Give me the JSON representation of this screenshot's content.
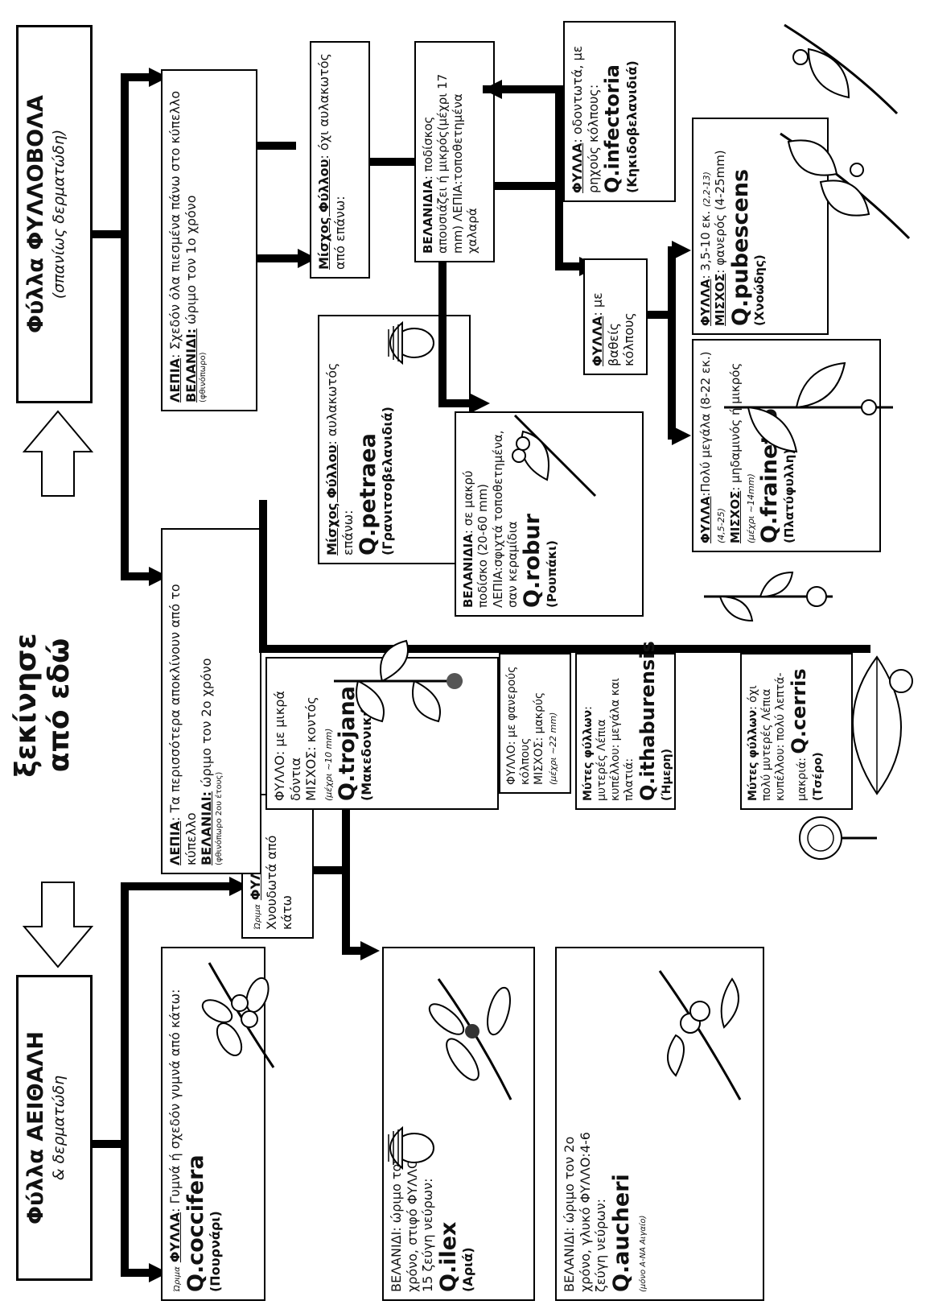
{
  "start": {
    "line1": "ξεκίνησε",
    "line2": "από εδώ"
  },
  "evergreen": {
    "title": "Φύλλα ΑΕΙΘΑΛΗ",
    "subtitle": "& δερματώδη"
  },
  "deciduous": {
    "title": "Φύλλα ΦΥΛΛΟΒΟΛΑ",
    "subtitle": "(σπανίως δερματώδη)"
  },
  "nodes": {
    "scales_flat": {
      "label_scales": "ΛΕΠΙΑ",
      "text": ": Σχεδόν όλα πιεσμένα πάνω στο κύπελλο",
      "label_acorn": "ΒΕΛΑΝΙΔΙ:",
      "text2": " ώριμο τον 1ο χρόνο",
      "note": "(φθινόπωρο)"
    },
    "scales_spread": {
      "label_scales": "ΛΕΠΙΑ",
      "text": ": Τα περισσότερα αποκλίνουν από το κύπελλο",
      "label_acorn": "ΒΕΛΑΝΙΔΙ:",
      "text2": " ώριμο τον 2ο χρόνο",
      "note": "(φθινόπωρο 2ου έτους)"
    },
    "petiole_no": {
      "label": "Μίσχος Φύλλου",
      "text": ": όχι αυλακωτός από επάνω:"
    },
    "petraea": {
      "label": "Μίσχος Φύλλου",
      "text": ": αυλακωτός επάνω:",
      "species": "Q.petraea",
      "common": "(Γρανιτσοβελανιδιά)"
    },
    "short_peduncle": {
      "label": "ΒΕΛΑΝΙΔΙΑ",
      "text": ": ποδίσκος απουσιάζει ή μικρός(μέχρι 17 mm) ΛΕΠΙΑ:τοποθετημένα χαλαρά"
    },
    "robur": {
      "label": "ΒΕΛΑΝΙΔΙΑ",
      "text": ": σε μακρύ ποδίσκο (20-60 mm) ΛΕΠΙΑ:σφιχτά τοποθετημένα, σαν κεραμίδια",
      "species": "Q.robur",
      "common": "(Ρουπάκι)"
    },
    "infectoria": {
      "label": "ΦΥΛΛΑ",
      "text": ": οδοντωτά, με ρηχούς κόλπους:",
      "species": "Q.infectoria",
      "common": "(Κηκιδοβελανιδιά)"
    },
    "deep_lobes": {
      "label": "ΦΥΛΛΑ",
      "text": ": με βαθείς κόλπους"
    },
    "pubescens": {
      "label1": "ΦΥΛΛΑ",
      "text1": ": 3,5-10 εκ. ",
      "size1": "(2,2-13)",
      "label2": "ΜΙΣΧΟΣ",
      "text2": ": φανερός (4-25mm)",
      "species": "Q.pubescens",
      "common": "(Χνοώδης)"
    },
    "frainetto": {
      "label1": "ΦΥΛΛΑ",
      "text1": ":Πολύ μεγάλα (8-22 εκ.) ",
      "size1": "(4,5-25)",
      "label2": "ΜΙΣΧΟΣ",
      "text2": ": μηδαμινός ή μικρός ",
      "size2": "(μέχρι ~14mm)",
      "species": "Q.frainetto",
      "common": "(Πλατύφυλλη)"
    },
    "trojana": {
      "text1": "ΦΥΛΛΟ: με μικρά δόντια",
      "text2": "ΜΙΣΧΟΣ: κοντός",
      "size": "(μέχρι ~10 mm)",
      "species": "Q.trojana",
      "common": "(Μακεδονική)"
    },
    "macedonica_lobes": {
      "text1": "ΦΥΛΛΟ: με φανερούς κόλπους",
      "text2": "ΜΙΣΧΟΣ: μακρύς",
      "size": "(μέχρι ~22 mm)"
    },
    "ithaburensis": {
      "label": "Μύτες φύλλων",
      "text": ": μυτερές Λέπια κυπέλλου: μεγάλα και πλατιά:",
      "species": "Q.ithaburensis",
      "common": "(Ήμερη)"
    },
    "cerris": {
      "label": "Μύτες φύλλων",
      "text": ": όχι πολύ μυτερές Λέπια κυπέλλου: πολύ λεπτά-μακριά:",
      "species": "Q.cerris",
      "common": "(Τσέρο)"
    },
    "coccifera": {
      "side": "Ώριμα",
      "label": "ΦΥΛΛΑ",
      "text": ": Γυμνά ή σχεδόν γυμνά από κάτω:",
      "species": "Q.coccifera",
      "common": "(Πουρνάρι)"
    },
    "hairy_below": {
      "side": "Ώριμα",
      "label": "ΦΥΛΛΑ",
      "text": ": Χνουδωτά από κάτω"
    },
    "ilex": {
      "text": "ΒΕΛΑΝΙΔΙ: ώριμο τον 1ο χρόνο, στιφό ΦΥΛΛΟ:7-15 ζεύγη νεύρων:",
      "species": "Q.ilex",
      "common": "(Αριά)"
    },
    "aucheri": {
      "text": "ΒΕΛΑΝΙΔΙ: ώριμο τον 2ο χρόνο, γλυκό ΦΥΛΛΟ:4-6 ζεύγη νεύρων:",
      "species": "Q.aucheri",
      "note": "(μόνο Α-ΝΑ Αιγαίο)"
    }
  },
  "icons": [
    "double-arrow-icon",
    "acorn-icon",
    "oak-branch-icon",
    "leaf-icon"
  ]
}
